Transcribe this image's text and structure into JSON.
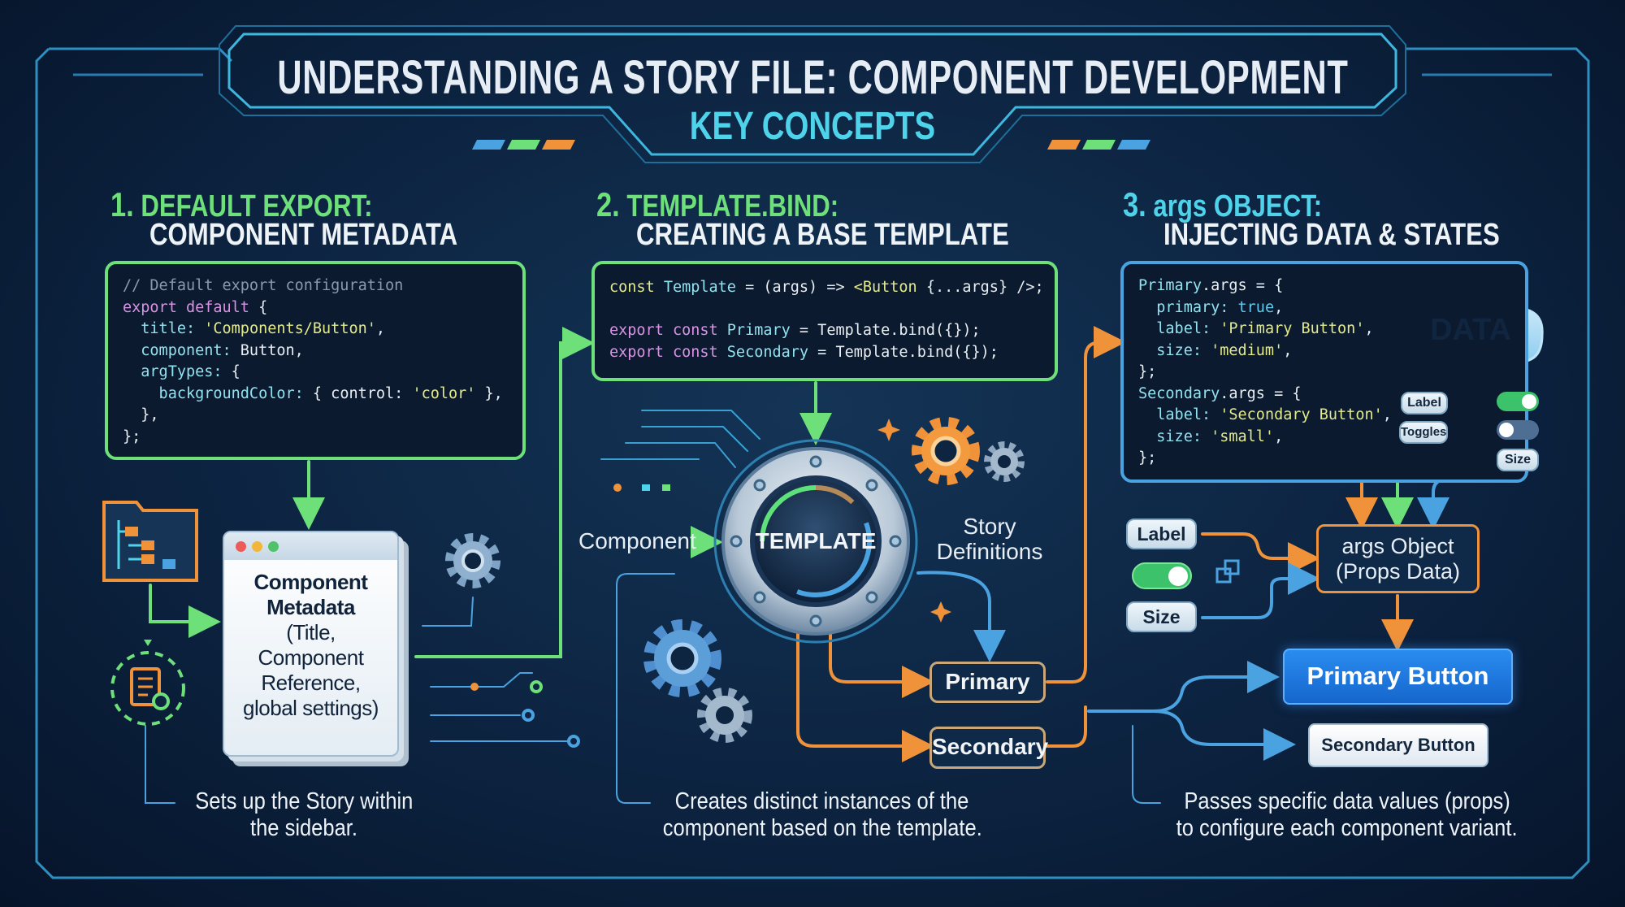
{
  "header": {
    "title": "UNDERSTANDING A STORY FILE: COMPONENT DEVELOPMENT",
    "subtitle": "KEY CONCEPTS"
  },
  "colors": {
    "green": "#6ee07a",
    "cyan": "#4fd3ea",
    "orange": "#f0923a",
    "blue": "#4aa3e0",
    "primary_button": "#1a78e0"
  },
  "section1": {
    "number": "1.",
    "heading": "DEFAULT EXPORT:",
    "subheading": "COMPONENT METADATA",
    "code": [
      [
        [
          "// Default export configuration",
          "com"
        ]
      ],
      [
        [
          "export default ",
          "kw"
        ],
        [
          "{",
          "pl"
        ]
      ],
      [
        [
          "  title: ",
          "prop"
        ],
        [
          "'Components/Button'",
          "str"
        ],
        [
          ",",
          "pl"
        ]
      ],
      [
        [
          "  component: ",
          "prop"
        ],
        [
          "Button,",
          "pl"
        ]
      ],
      [
        [
          "  argTypes: ",
          "prop"
        ],
        [
          "{",
          "pl"
        ]
      ],
      [
        [
          "    backgroundColor: ",
          "prop"
        ],
        [
          "{ control: ",
          "pl"
        ],
        [
          "'color'",
          "str"
        ],
        [
          " },",
          "pl"
        ]
      ],
      [
        [
          "  },",
          "pl"
        ]
      ],
      [
        [
          "};",
          "pl"
        ]
      ]
    ],
    "card_title": [
      "Component",
      "Metadata"
    ],
    "card_body": [
      "(Title,",
      "Component",
      "Reference,",
      "global settings)"
    ],
    "caption": [
      "Sets up the Story within",
      "the sidebar."
    ]
  },
  "section2": {
    "number": "2.",
    "heading": "TEMPLATE.BIND:",
    "subheading": "CREATING A BASE TEMPLATE",
    "code": [
      [
        [
          "const ",
          "str"
        ],
        [
          "Template",
          "prop"
        ],
        [
          " = (args) => ",
          "pl"
        ],
        [
          "<Button",
          "str"
        ],
        [
          " {...args} />;",
          "pl"
        ]
      ],
      [
        [
          " ",
          "pl"
        ]
      ],
      [
        [
          "export const ",
          "kw"
        ],
        [
          "Primary",
          "prop"
        ],
        [
          " = Template.bind({});",
          "pl"
        ]
      ],
      [
        [
          "export const ",
          "kw"
        ],
        [
          "Secondary",
          "prop"
        ],
        [
          " = Template.bind({});",
          "pl"
        ]
      ]
    ],
    "component_label": "Component",
    "template_label": "TEMPLATE",
    "story_definitions": [
      "Story",
      "Definitions"
    ],
    "primary_label": "Primary",
    "secondary_label": "Secondary",
    "caption": [
      "Creates distinct instances of the",
      "component based on the template."
    ]
  },
  "section3": {
    "number": "3.",
    "heading": "args OBJECT:",
    "subheading": "INJECTING DATA & STATES",
    "code": [
      [
        [
          "Primary",
          "prop"
        ],
        [
          ".args = {",
          "pl"
        ]
      ],
      [
        [
          "  primary: ",
          "prop"
        ],
        [
          "true",
          "val"
        ],
        [
          ",",
          "pl"
        ]
      ],
      [
        [
          "  label: ",
          "prop"
        ],
        [
          "'Primary Button'",
          "str"
        ],
        [
          ",",
          "pl"
        ]
      ],
      [
        [
          "  size: ",
          "prop"
        ],
        [
          "'medium'",
          "str"
        ],
        [
          ",",
          "pl"
        ]
      ],
      [
        [
          "};",
          "pl"
        ]
      ],
      [
        [
          "Secondary",
          "prop"
        ],
        [
          ".args = {",
          "pl"
        ]
      ],
      [
        [
          "  label: ",
          "prop"
        ],
        [
          "'Secondary Button'",
          "str"
        ],
        [
          ",",
          "pl"
        ]
      ],
      [
        [
          "  size: ",
          "prop"
        ],
        [
          "'small'",
          "str"
        ],
        [
          ",",
          "pl"
        ]
      ],
      [
        [
          "};",
          "pl"
        ]
      ]
    ],
    "cloud_label": "DATA",
    "cloud_tags": {
      "label": "Label",
      "toggles": "Toggles",
      "size": "Size"
    },
    "cloud_toggles": [
      true,
      false
    ],
    "controls": {
      "label": "Label",
      "toggle_on": true,
      "size": "Size"
    },
    "args_object": [
      "args Object",
      "(Props Data)"
    ],
    "primary_button": "Primary Button",
    "secondary_button": "Secondary Button",
    "caption": [
      "Passes specific data values (props)",
      "to configure each component variant."
    ]
  }
}
